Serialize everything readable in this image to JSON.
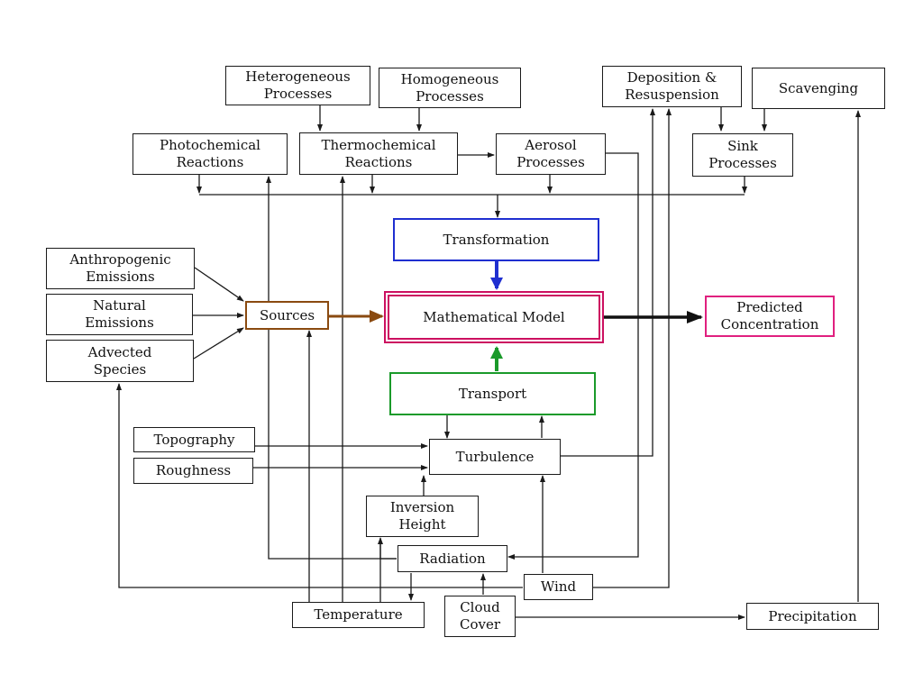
{
  "boxes": {
    "heterogeneous": "Heterogeneous\nProcesses",
    "homogeneous": "Homogeneous\nProcesses",
    "deposition": "Deposition &\nResuspension",
    "scavenging": "Scavenging",
    "photochemical": "Photochemical\nReactions",
    "thermochemical": "Thermochemical\nReactions",
    "aerosol": "Aerosol\nProcesses",
    "sink": "Sink\nProcesses",
    "transformation": "Transformation",
    "anthropogenic": "Anthropogenic\nEmissions",
    "natural": "Natural\nEmissions",
    "advected": "Advected\nSpecies",
    "sources": "Sources",
    "model": "Mathematical  Model",
    "predicted": "Predicted\nConcentration",
    "transport": "Transport",
    "topography": "Topography",
    "roughness": "Roughness",
    "turbulence": "Turbulence",
    "inversion": "Inversion\nHeight",
    "radiation": "Radiation",
    "wind": "Wind",
    "temperature": "Temperature",
    "cloud": "Cloud\nCover",
    "precipitation": "Precipitation"
  },
  "colors": {
    "line": "#1a1a1a",
    "transformation": "#1f2fd0",
    "transport": "#1a9a2a",
    "model": "#cc1060",
    "sources": "#8a4a10",
    "predicted": "#e0207f"
  }
}
